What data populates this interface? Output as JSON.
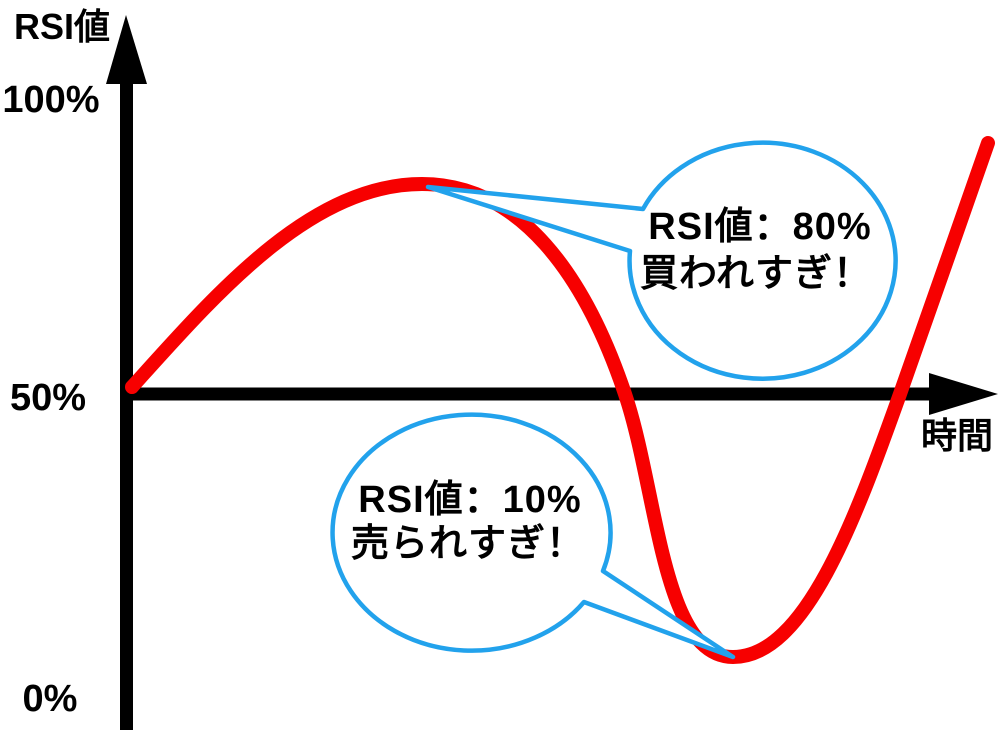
{
  "chart_data": {
    "type": "line",
    "title": "",
    "y_axis": {
      "label": "RSI値",
      "range": [
        0,
        100
      ],
      "unit": "%",
      "ticks": [
        {
          "label": "100%",
          "value": 100
        },
        {
          "label": "50%",
          "value": 50
        },
        {
          "label": "0%",
          "value": 0
        }
      ]
    },
    "x_axis": {
      "label": "時間",
      "drawn_at_value": 50,
      "ticks": []
    },
    "grid": false,
    "legend": false,
    "series": [
      {
        "name": "RSI値",
        "color": "#F70000",
        "points": [
          {
            "x": 0,
            "y": 50
          },
          {
            "x": 18,
            "y": 76
          },
          {
            "x": 34,
            "y": 85
          },
          {
            "x": 57,
            "y": 50
          },
          {
            "x": 70,
            "y": 10
          },
          {
            "x": 89,
            "y": 50
          },
          {
            "x": 100,
            "y": 92
          }
        ]
      }
    ],
    "annotations": [
      {
        "id": "overbought",
        "line1": "RSI値：80%",
        "line2": "買われすぎ！",
        "value": 80,
        "points_to": {
          "x": 34,
          "y": 85
        },
        "shape": "speech-bubble"
      },
      {
        "id": "oversold",
        "line1": "RSI値：10%",
        "line2": "売られすぎ！",
        "value": 10,
        "points_to": {
          "x": 70,
          "y": 10
        },
        "shape": "speech-bubble"
      }
    ],
    "colors": {
      "curve": "#F70000",
      "axis": "#000000",
      "bubble_stroke": "#22A2EC",
      "bubble_fill": "#FFFFFF",
      "text": "#000000",
      "background": "#FFFFFF"
    }
  }
}
